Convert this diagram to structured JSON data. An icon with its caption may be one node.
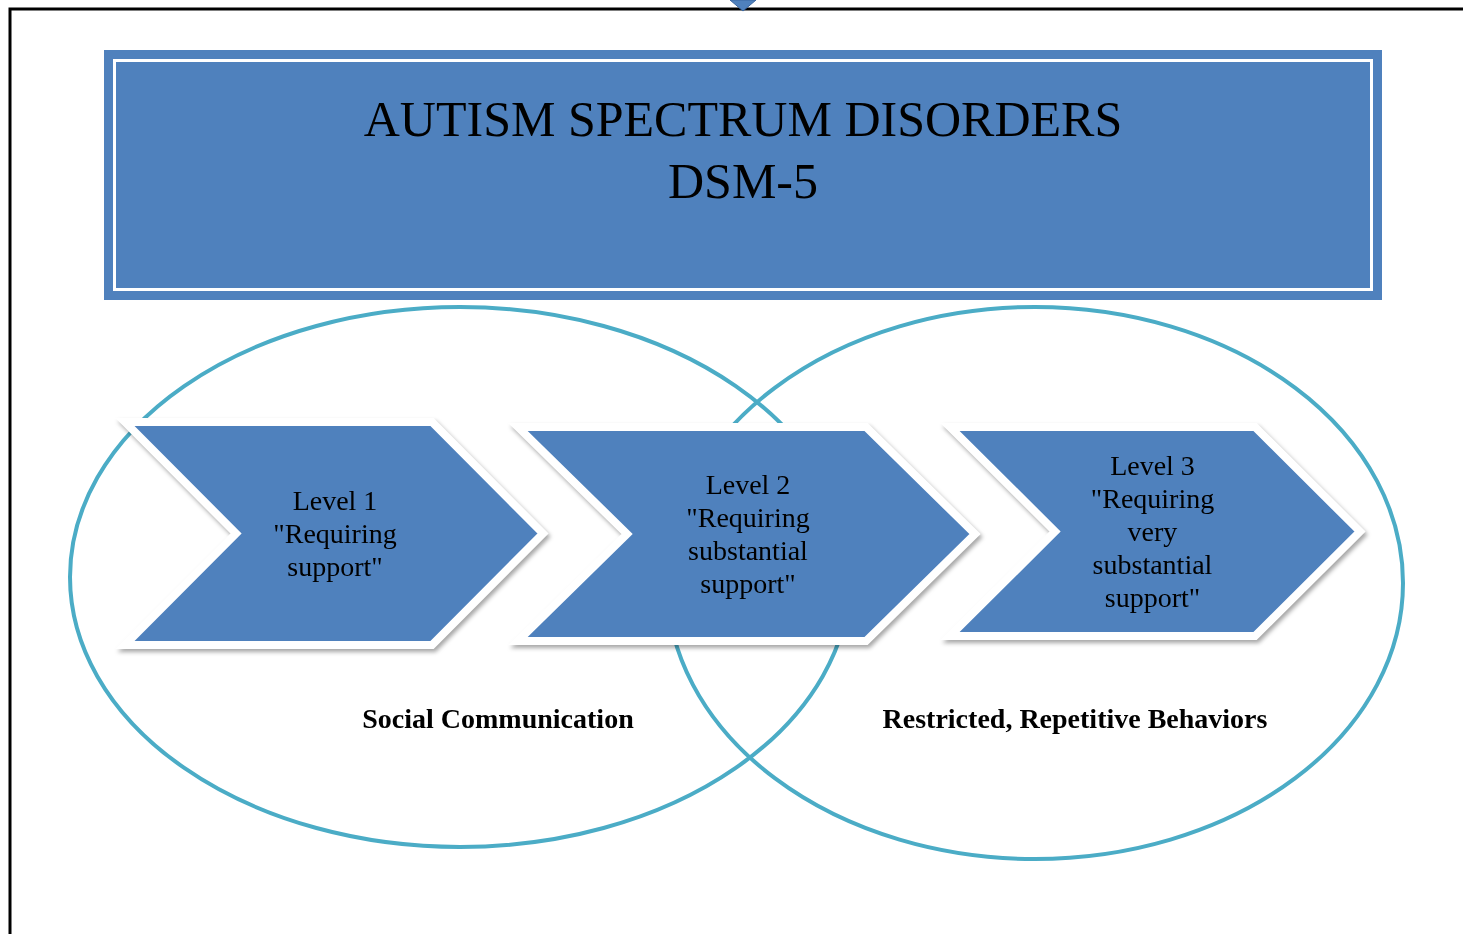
{
  "diagram": {
    "nodes": [
      {
        "text": [
          "AUTISM SPECTRUM DISORDERS",
          "DSM-5"
        ]
      },
      {
        "text": [
          "Social Communication"
        ]
      },
      {
        "text": [
          "Restricted, Repetitive Behaviors"
        ]
      },
      {
        "text": [
          "Level 1 \"Requiring support\""
        ],
        "in": 1
      },
      {
        "text": [
          "Level 2 \"Requiring substantial support\""
        ]
      },
      {
        "text": [
          "Level 3 \"Requiring very substantial support\""
        ],
        "in": 2
      }
    ],
    "edges": []
  }
}
